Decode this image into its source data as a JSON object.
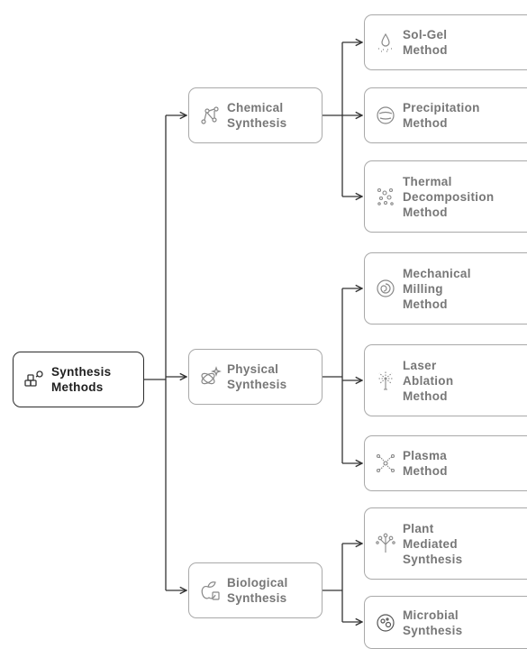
{
  "root": {
    "lines": [
      "Synthesis",
      "Methods"
    ],
    "icon": "molecule-flask-icon"
  },
  "branches": [
    {
      "key": "chemical",
      "lines": [
        "Chemical",
        "Synthesis"
      ],
      "icon": "molecular-structure-icon",
      "children": [
        {
          "lines": [
            "Sol-Gel",
            "Method"
          ],
          "icon": "droplet-spray-icon"
        },
        {
          "lines": [
            "Precipitation",
            "Method"
          ],
          "icon": "precipitate-sphere-icon"
        },
        {
          "lines": [
            "Thermal",
            "Decomposition",
            "Method"
          ],
          "icon": "particles-icon"
        }
      ]
    },
    {
      "key": "physical",
      "lines": [
        "Physical",
        "Synthesis"
      ],
      "icon": "orbit-sparkle-icon",
      "children": [
        {
          "lines": [
            "Mechanical",
            "Milling",
            "Method"
          ],
          "icon": "mill-swirl-icon"
        },
        {
          "lines": [
            "Laser",
            "Ablation",
            "Method"
          ],
          "icon": "laser-burst-icon"
        },
        {
          "lines": [
            "Plasma",
            "Method"
          ],
          "icon": "plasma-network-icon"
        }
      ]
    },
    {
      "key": "biological",
      "lines": [
        "Biological",
        "Synthesis"
      ],
      "icon": "apple-leaf-icon",
      "children": [
        {
          "lines": [
            "Plant",
            "Mediated",
            "Synthesis"
          ],
          "icon": "plant-network-icon"
        },
        {
          "lines": [
            "Microbial",
            "Synthesis"
          ],
          "icon": "microbe-icon"
        }
      ]
    }
  ],
  "colors": {
    "root_border": "#2b2b2b",
    "node_border": "#a9a9a9",
    "connector": "#333333",
    "root_text": "#1f1f1f",
    "node_text": "#777777"
  }
}
